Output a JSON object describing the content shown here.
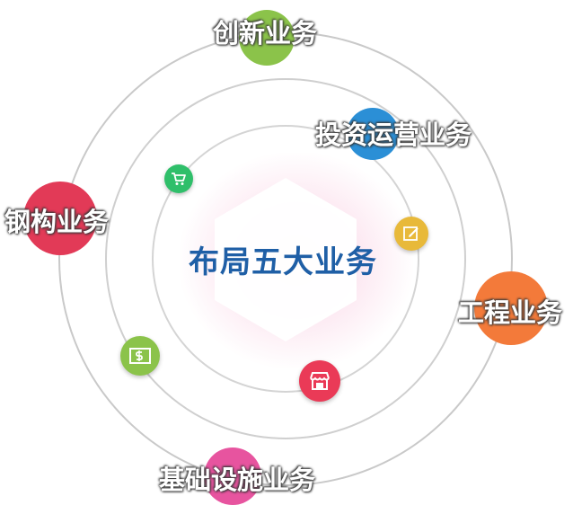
{
  "center": {
    "title": "布局五大业务"
  },
  "business": [
    {
      "label": "创新业务",
      "color": "#8bc34a"
    },
    {
      "label": "投资运营业务",
      "color": "#2b8fd6"
    },
    {
      "label": "钢构业务",
      "color": "#e23a57"
    },
    {
      "label": "工程业务",
      "color": "#f37a3a"
    },
    {
      "label": "基础设施业务",
      "color": "#e7549f"
    }
  ],
  "icons": [
    {
      "name": "shopping-cart-icon",
      "color": "#2fbf6a"
    },
    {
      "name": "edit-note-icon",
      "color": "#e8b93a"
    },
    {
      "name": "money-card-icon",
      "color": "#8bc34a"
    },
    {
      "name": "storefront-icon",
      "color": "#ea3a57"
    }
  ]
}
